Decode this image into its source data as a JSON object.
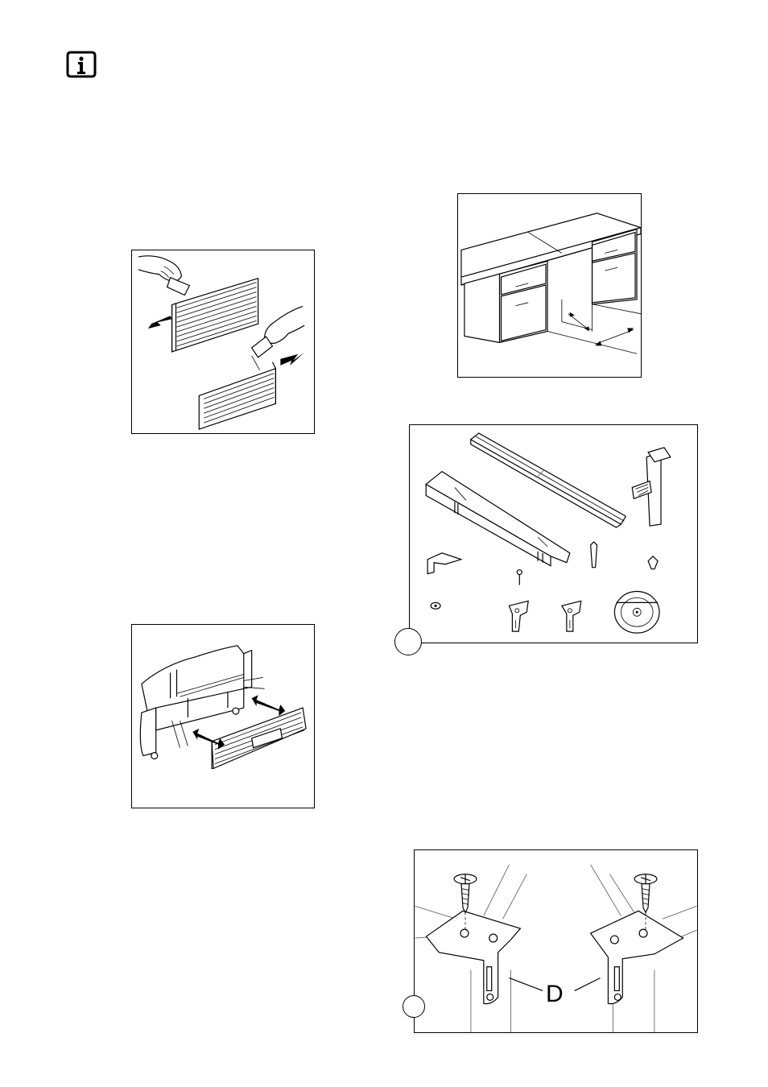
{
  "page": {
    "info_icon": "info-icon",
    "figures": [
      {
        "id": "grille-removal",
        "icon": "ventilation-grille-removal-illustration"
      },
      {
        "id": "cabinet-space",
        "icon": "kitchen-cabinet-niche-illustration"
      },
      {
        "id": "parts-kit",
        "icon": "installation-parts-kit-illustration"
      },
      {
        "id": "grille-fitting",
        "icon": "plinth-grille-fitting-illustration"
      },
      {
        "id": "bracket-fixing",
        "icon": "bracket-screw-fixing-illustration"
      }
    ],
    "bracket_label": "D"
  }
}
